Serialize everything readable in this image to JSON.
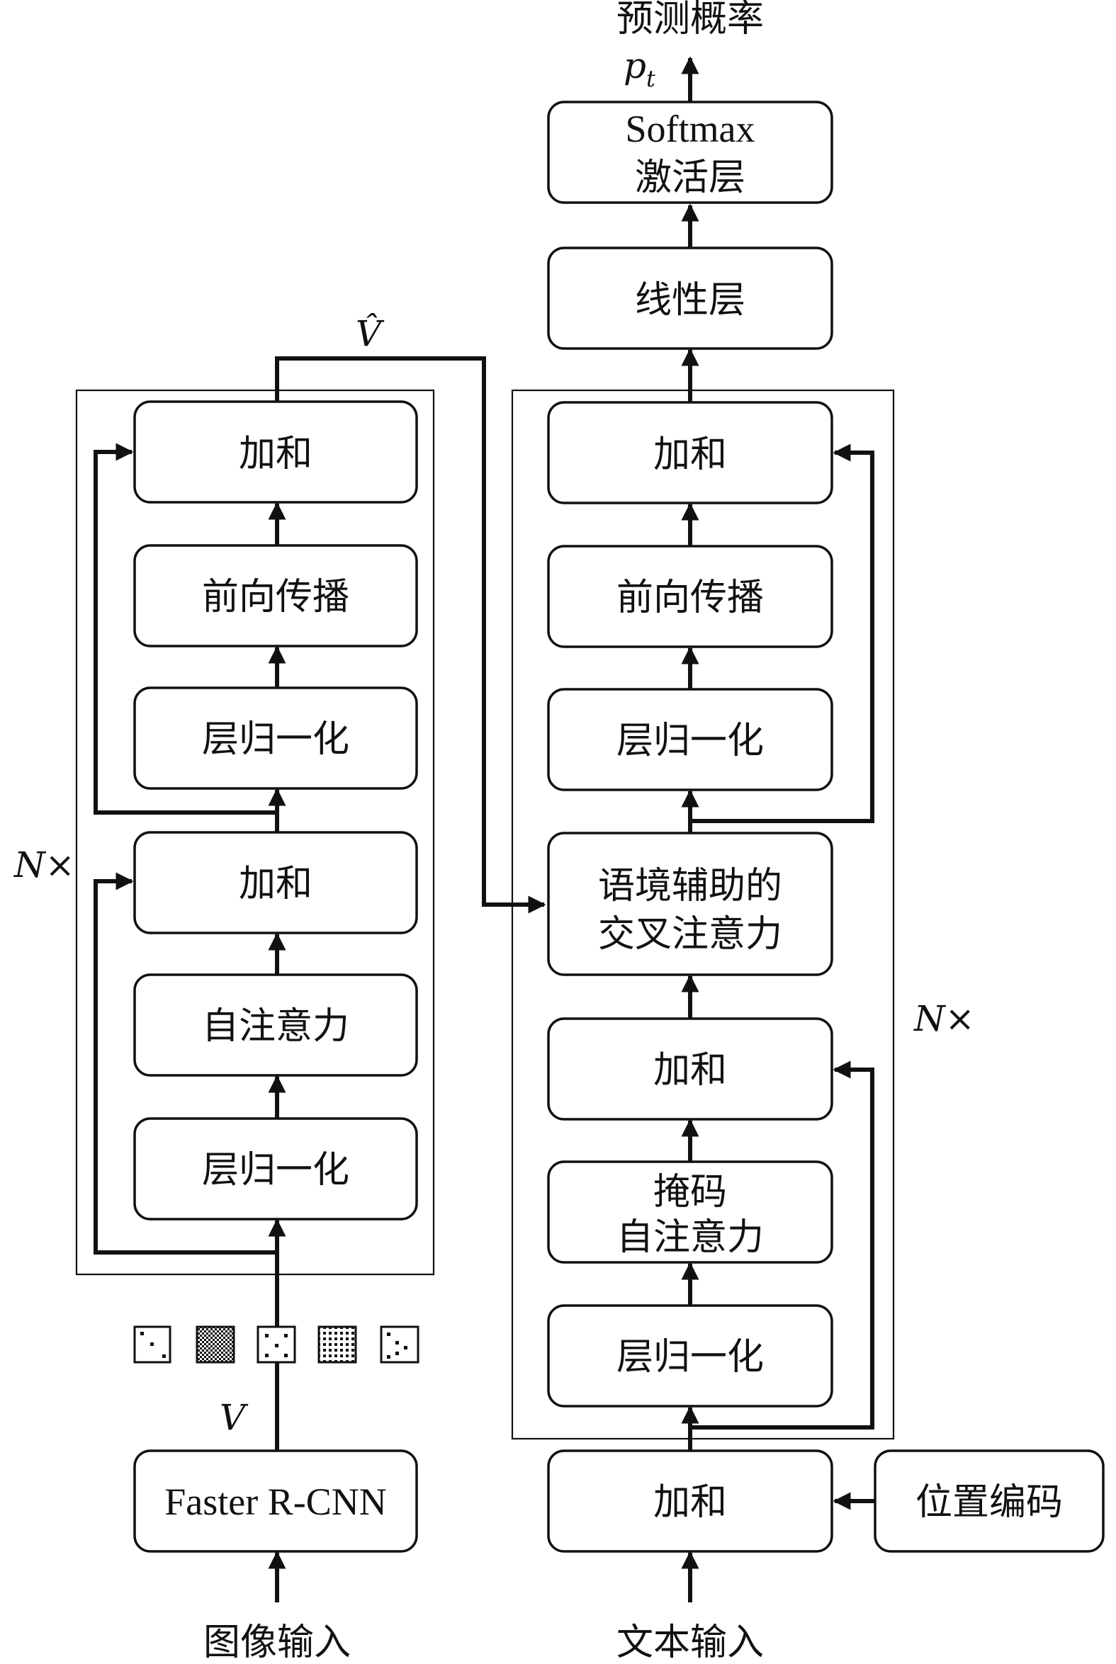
{
  "encoder": {
    "sum_top": "加和",
    "feed_forward": "前向传播",
    "layer_norm_2": "层归一化",
    "sum_mid": "加和",
    "self_attention": "自注意力",
    "layer_norm_1": "层归一化",
    "repeat_label": "N×",
    "output_label": "V̂"
  },
  "image_branch": {
    "detector": "Faster R-CNN",
    "features_label": "V",
    "input_label": "图像输入"
  },
  "decoder": {
    "sum_top": "加和",
    "feed_forward": "前向传播",
    "layer_norm_3": "层归一化",
    "cross_attention_line1": "语境辅助的",
    "cross_attention_line2": "交叉注意力",
    "sum_mid": "加和",
    "masked_attention_line1": "掩码",
    "masked_attention_line2": "自注意力",
    "layer_norm_1": "层归一化",
    "repeat_label": "N×"
  },
  "text_branch": {
    "embedding_sum": "加和",
    "positional_encoding": "位置编码",
    "input_label": "文本输入"
  },
  "output_head": {
    "linear": "线性层",
    "softmax_line1": "Softmax",
    "softmax_line2": "激活层",
    "prob_symbol": "p",
    "prob_subscript": "t",
    "output_label": "预测概率"
  },
  "colors": {
    "stroke": "#111111",
    "fill": "#ffffff"
  }
}
